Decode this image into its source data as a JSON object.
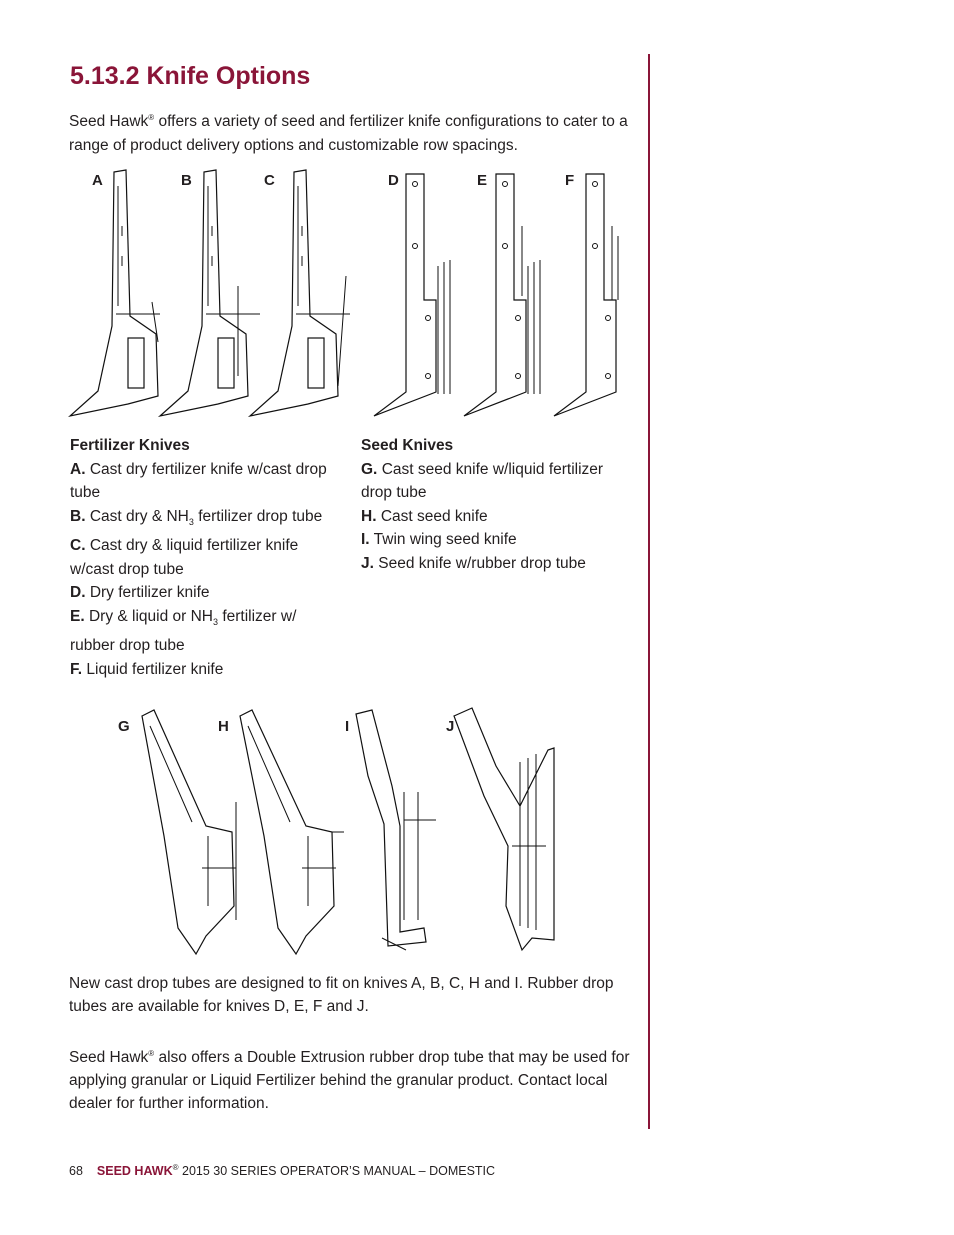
{
  "section_title": "5.13.2 Knife Options",
  "intro": {
    "brand": "Seed Hawk",
    "reg": "®",
    "text": "offers a variety of seed and fertilizer knife configurations to cater to a range of product delivery options and customizable row spacings."
  },
  "figure_top_labels": [
    "A",
    "B",
    "C",
    "D",
    "E",
    "F"
  ],
  "figure_bottom_labels": [
    "G",
    "H",
    "I",
    "J"
  ],
  "fertilizer": {
    "heading": "Fertilizer Knives",
    "a_letter": "A.",
    "a_text": "Cast dry fertilizer knife w/cast drop tube",
    "b_letter": "B.",
    "b_pre": "Cast dry & NH",
    "b_sub": "3",
    "b_post": "fertilizer drop tube",
    "c_letter": "C.",
    "c_text": "Cast dry & liquid fertilizer knife w/cast drop tube",
    "d_letter": "D.",
    "d_text": "Dry fertilizer knife",
    "e_letter": "E.",
    "e_pre": "Dry & liquid or NH",
    "e_sub": "3",
    "e_post": "fertilizer w/ rubber drop tube",
    "f_letter": "F.",
    "f_text": "Liquid fertilizer knife"
  },
  "seed": {
    "heading": "Seed Knives",
    "g_letter": "G.",
    "g_text": "Cast seed knife w/liquid fertilizer drop tube",
    "h_letter": "H.",
    "h_text": "Cast seed knife",
    "i_letter": "I.",
    "i_text": "Twin wing seed knife",
    "j_letter": "J.",
    "j_text": "Seed knife w/rubber drop tube"
  },
  "para1": "New cast drop tubes are designed to fit on knives A, B, C, H and I. Rubber drop tubes are available for knives D, E, F and J.",
  "para2": {
    "brand": "Seed Hawk",
    "reg": "®",
    "text": "also offers a Double Extrusion rubber drop tube that may be used for applying granular or Liquid Fertilizer behind the granular product.  Contact local dealer for further information."
  },
  "footer": {
    "page_number": "68",
    "brand": "SEED HAWK",
    "reg": "®",
    "title": "2015 30 SERIES OPERATOR’S MANUAL – DOMESTIC"
  }
}
